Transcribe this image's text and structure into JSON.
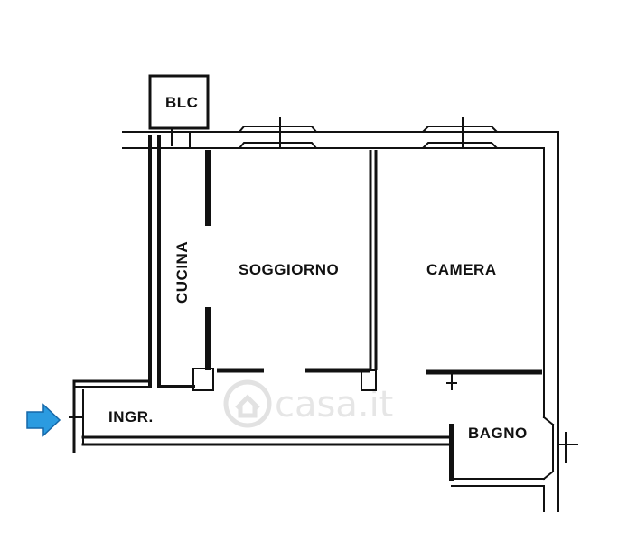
{
  "plan": {
    "rooms": {
      "blc": "BLC",
      "cucina": "CUCINA",
      "soggiorno": "SOGGIORNO",
      "camera": "CAMERA",
      "ingresso": "INGR.",
      "bagno": "BAGNO"
    },
    "watermark": "casa.it",
    "colors": {
      "wall": "#111111",
      "wall_fill": "#3a3a3a",
      "entry_arrow": "#2b9be0",
      "entry_arrow_stroke": "#1467a8",
      "watermark": "#e6e6e6"
    },
    "icons": {
      "entry": "arrow-right-icon",
      "brand": "house-icon"
    }
  }
}
